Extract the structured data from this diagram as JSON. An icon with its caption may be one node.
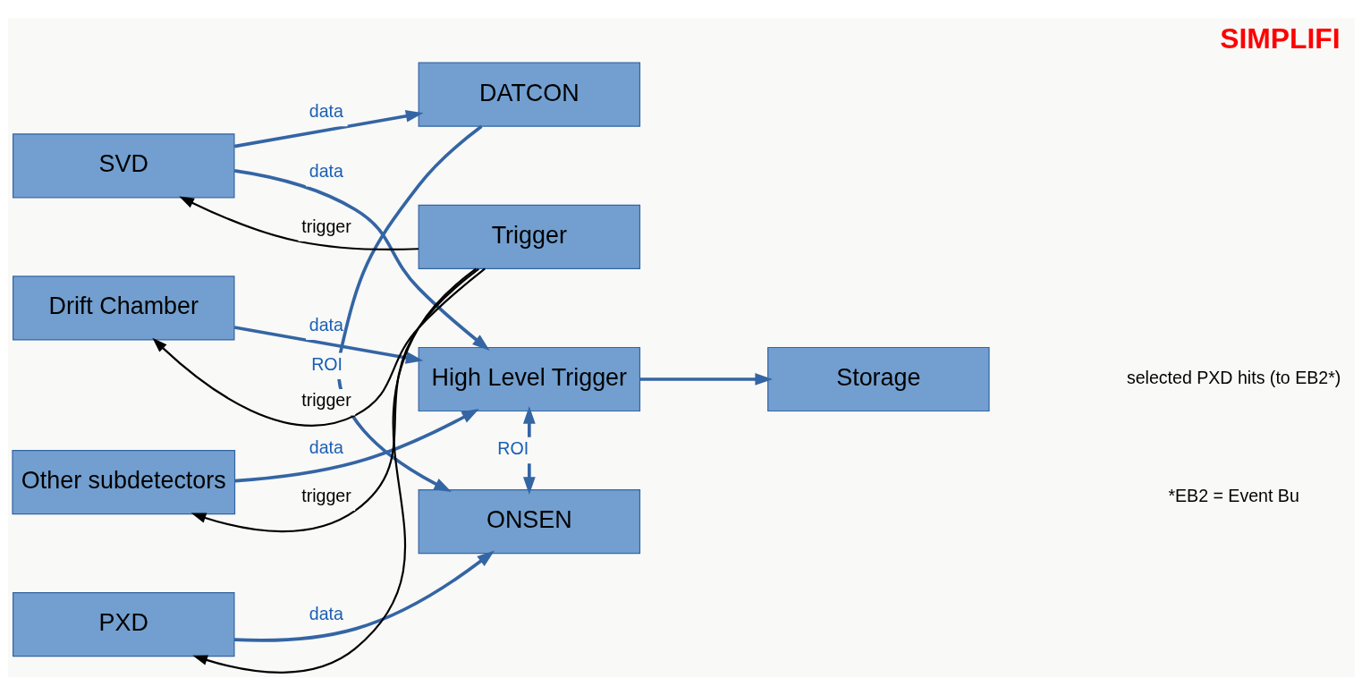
{
  "diagram": {
    "title": "SIMPLIFI",
    "nodes": [
      {
        "text": [
          "SVD"
        ]
      },
      {
        "text": [
          "Drift Chamber"
        ]
      },
      {
        "text": [
          "Other subdetectors"
        ]
      },
      {
        "text": [
          "PXD"
        ]
      },
      {
        "text": [
          "DATCON"
        ]
      },
      {
        "text": [
          "Trigger"
        ]
      },
      {
        "text": [
          "High Level Trigger"
        ]
      },
      {
        "text": [
          "Storage"
        ]
      },
      {
        "text": [
          "ONSEN"
        ]
      }
    ],
    "edges": [
      {
        "from": 0,
        "to": 4,
        "arrow": "to",
        "label": "data"
      },
      {
        "from": 0,
        "to": 6,
        "arrow": "to",
        "label": "data"
      },
      {
        "from": 1,
        "to": 6,
        "arrow": "to",
        "label": "data"
      },
      {
        "from": 2,
        "to": 6,
        "arrow": "to",
        "label": "data"
      },
      {
        "from": 5,
        "to": 0,
        "arrow": "to",
        "label": "trigger",
        "color": "#000000"
      },
      {
        "from": 5,
        "to": 1,
        "arrow": "to",
        "label": "trigger",
        "color": "#000000"
      },
      {
        "from": 5,
        "to": 2,
        "arrow": "to",
        "label": "trigger",
        "color": "#000000"
      },
      {
        "from": 5,
        "to": 3,
        "arrow": "to",
        "color": "#000000"
      },
      {
        "from": 4,
        "to": 8,
        "arrow": "to",
        "label": "ROI"
      },
      {
        "from": 6,
        "to": 7,
        "arrow": "to"
      },
      {
        "from": 6,
        "to": 8,
        "arrow": "both",
        "label": "ROI"
      },
      {
        "from": 3,
        "to": 8,
        "arrow": "to",
        "label": "data"
      }
    ],
    "labels": [
      "selected PXD hits (to EB2*)",
      "*EB2 = Event Bu"
    ]
  }
}
